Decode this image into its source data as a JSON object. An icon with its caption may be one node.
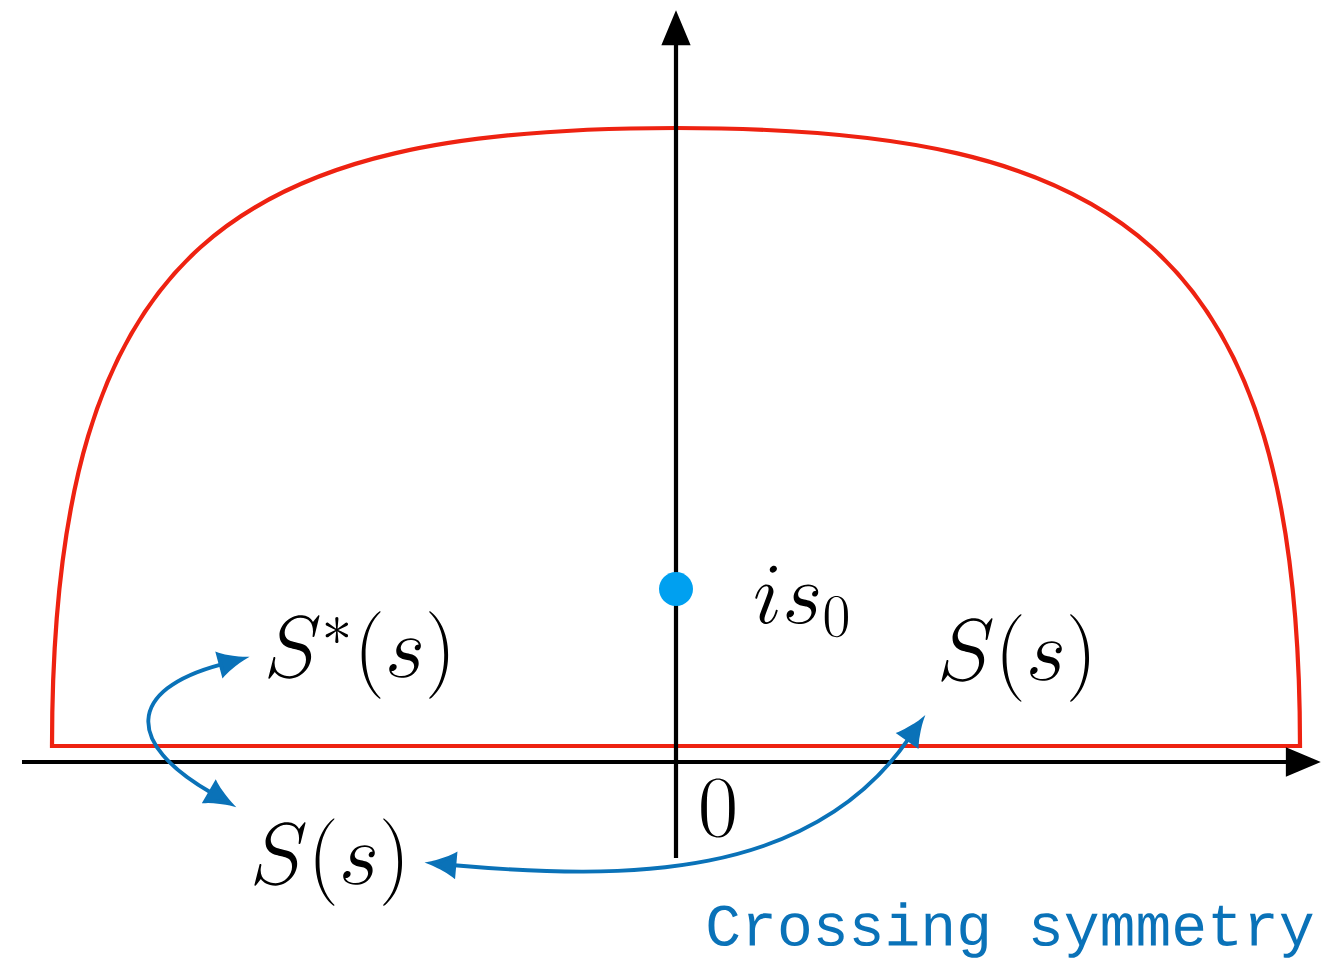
{
  "diagram": {
    "nodes": [
      {
        "text": [
          "S^{*}(s)"
        ]
      },
      {
        "text": [
          "S(s)"
        ]
      },
      {
        "text": [
          "S(s)"
        ]
      },
      {
        "text": [],
        "shape": "circle",
        "beside": [
          "is_0"
        ]
      }
    ],
    "edges": [
      {
        "from": 1,
        "to": 0,
        "arrow": "both"
      },
      {
        "from": 1,
        "to": 2,
        "arrow": "both"
      }
    ],
    "labels": [
      "0",
      "Crossing symmetry"
    ]
  }
}
